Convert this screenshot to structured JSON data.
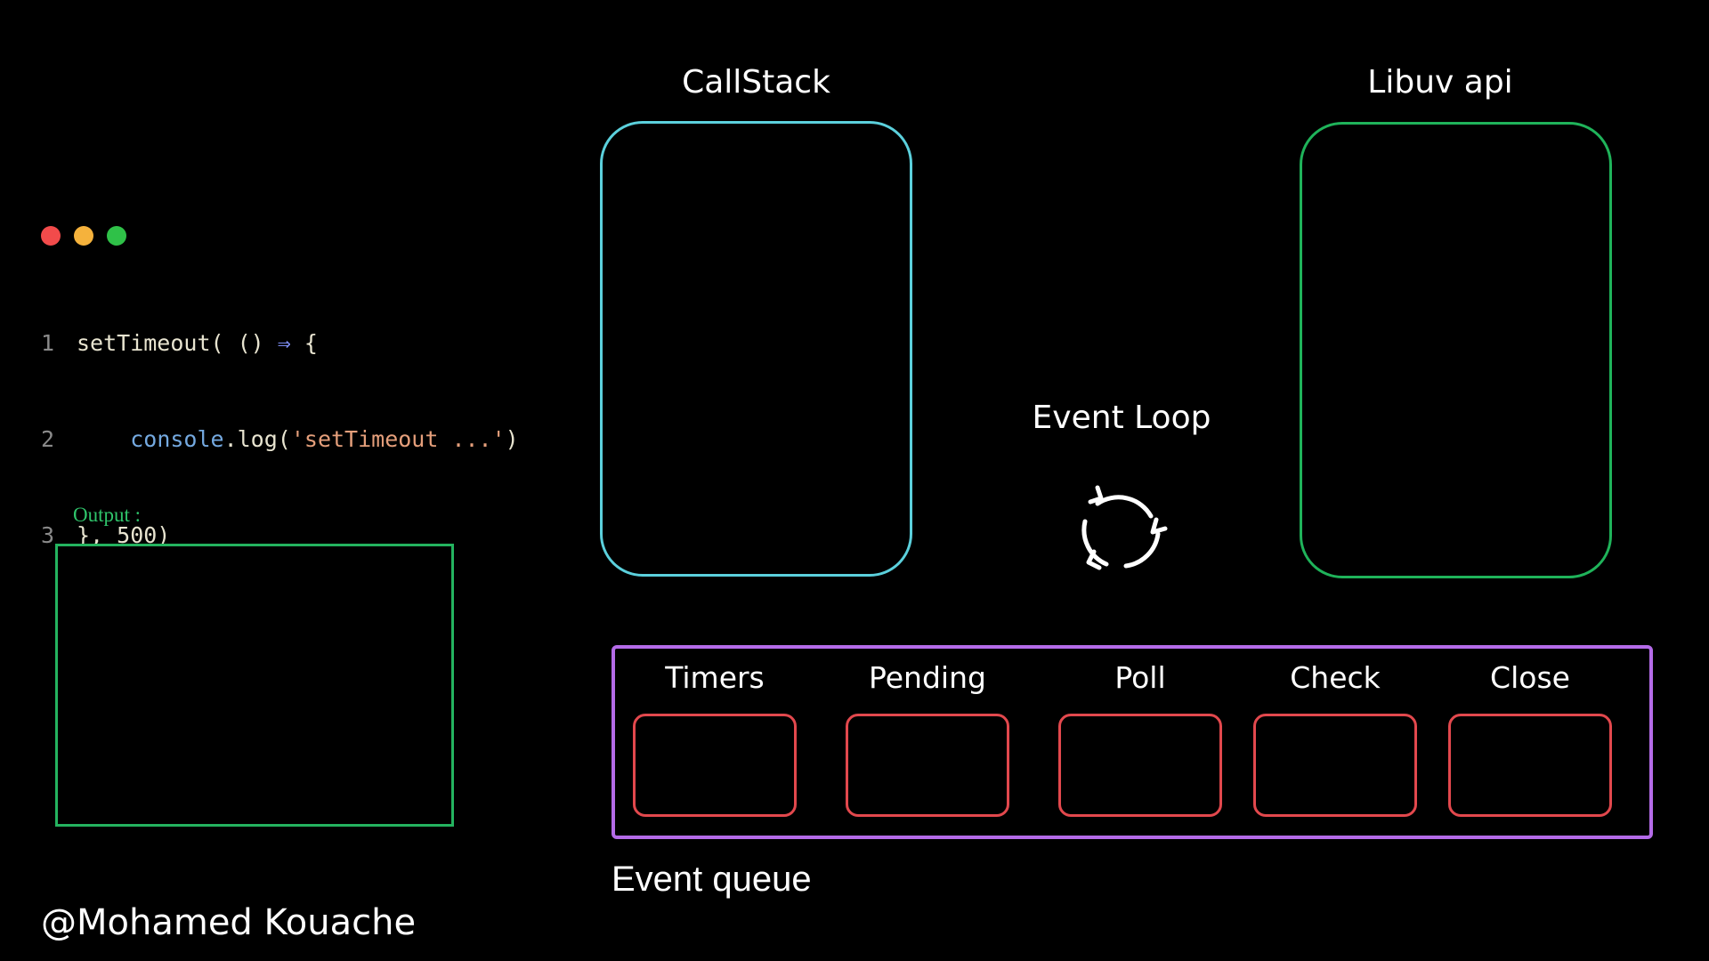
{
  "window": {
    "dots": [
      {
        "name": "close-dot",
        "color": "#f24b4b"
      },
      {
        "name": "minimize-dot",
        "color": "#f5b23c"
      },
      {
        "name": "maximize-dot",
        "color": "#2fc148"
      }
    ]
  },
  "code": {
    "lines": [
      {
        "num": "1",
        "parts": [
          "setTimeout( () ",
          "⇒",
          " {"
        ]
      },
      {
        "num": "2",
        "parts": [
          "    ",
          "console",
          ".log(",
          "'setTimeout ...'",
          ")"
        ]
      },
      {
        "num": "3",
        "parts": [
          "}, 500)"
        ]
      }
    ]
  },
  "output": {
    "label": "Output :"
  },
  "callstack": {
    "title": "CallStack"
  },
  "libuv": {
    "title": "Libuv api"
  },
  "event_loop": {
    "title": "Event Loop",
    "icon": "refresh-cycle-icon"
  },
  "event_queue": {
    "caption": "Event queue",
    "phases": [
      {
        "label": "Timers"
      },
      {
        "label": "Pending"
      },
      {
        "label": "Poll"
      },
      {
        "label": "Check"
      },
      {
        "label": "Close"
      }
    ]
  },
  "author": "@Mohamed Kouache",
  "colors": {
    "callstack_border": "#5bd0dc",
    "libuv_border": "#1fb35a",
    "output_border": "#24b35f",
    "queue_border": "#b46be8",
    "phase_border": "#e2484d"
  }
}
